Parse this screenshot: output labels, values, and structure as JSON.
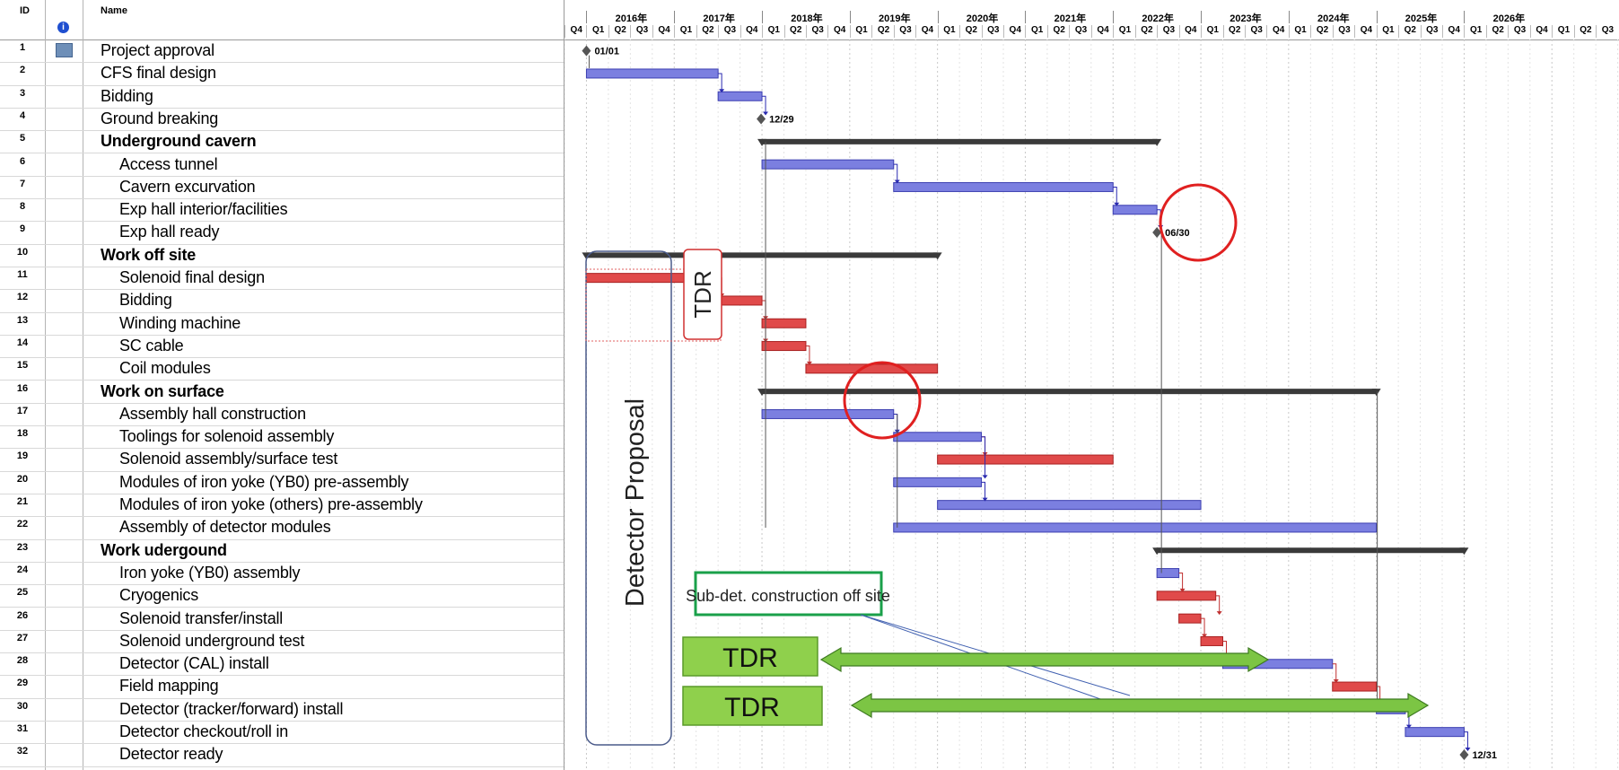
{
  "table": {
    "header": {
      "id": "ID",
      "info_icon": "info-icon",
      "name": "Name"
    },
    "rows": [
      {
        "id": "1",
        "name": "Project approval",
        "level": 0,
        "summary": false,
        "note": true
      },
      {
        "id": "2",
        "name": "CFS final design",
        "level": 0,
        "summary": false
      },
      {
        "id": "3",
        "name": "Bidding",
        "level": 0,
        "summary": false
      },
      {
        "id": "4",
        "name": "Ground breaking",
        "level": 0,
        "summary": false
      },
      {
        "id": "5",
        "name": "Underground cavern",
        "level": 0,
        "summary": true
      },
      {
        "id": "6",
        "name": "Access tunnel",
        "level": 1,
        "summary": false
      },
      {
        "id": "7",
        "name": "Cavern excurvation",
        "level": 1,
        "summary": false
      },
      {
        "id": "8",
        "name": "Exp hall interior/facilities",
        "level": 1,
        "summary": false
      },
      {
        "id": "9",
        "name": "Exp hall ready",
        "level": 1,
        "summary": false
      },
      {
        "id": "10",
        "name": "Work off site",
        "level": 0,
        "summary": true
      },
      {
        "id": "11",
        "name": "Solenoid final design",
        "level": 1,
        "summary": false
      },
      {
        "id": "12",
        "name": "Bidding",
        "level": 1,
        "summary": false
      },
      {
        "id": "13",
        "name": "Winding machine",
        "level": 1,
        "summary": false
      },
      {
        "id": "14",
        "name": "SC cable",
        "level": 1,
        "summary": false
      },
      {
        "id": "15",
        "name": "Coil modules",
        "level": 1,
        "summary": false
      },
      {
        "id": "16",
        "name": "Work on surface",
        "level": 0,
        "summary": true
      },
      {
        "id": "17",
        "name": "Assembly hall construction",
        "level": 1,
        "summary": false
      },
      {
        "id": "18",
        "name": "Toolings for solenoid assembly",
        "level": 1,
        "summary": false
      },
      {
        "id": "19",
        "name": "Solenoid assembly/surface test",
        "level": 1,
        "summary": false
      },
      {
        "id": "20",
        "name": "Modules of iron yoke (YB0) pre-assembly",
        "level": 1,
        "summary": false
      },
      {
        "id": "21",
        "name": "Modules of iron yoke (others) pre-assembly",
        "level": 1,
        "summary": false
      },
      {
        "id": "22",
        "name": "Assembly of detector modules",
        "level": 1,
        "summary": false
      },
      {
        "id": "23",
        "name": "Work udergound",
        "level": 0,
        "summary": true
      },
      {
        "id": "24",
        "name": "Iron yoke (YB0) assembly",
        "level": 1,
        "summary": false
      },
      {
        "id": "25",
        "name": "Cryogenics",
        "level": 1,
        "summary": false
      },
      {
        "id": "26",
        "name": "Solenoid transfer/install",
        "level": 1,
        "summary": false
      },
      {
        "id": "27",
        "name": "Solenoid underground test",
        "level": 1,
        "summary": false
      },
      {
        "id": "28",
        "name": "Detector (CAL) install",
        "level": 1,
        "summary": false
      },
      {
        "id": "29",
        "name": "Field mapping",
        "level": 1,
        "summary": false
      },
      {
        "id": "30",
        "name": "Detector (tracker/forward) install",
        "level": 1,
        "summary": false
      },
      {
        "id": "31",
        "name": "Detector checkout/roll in",
        "level": 1,
        "summary": false
      },
      {
        "id": "32",
        "name": "Detector ready",
        "level": 1,
        "summary": false
      }
    ]
  },
  "timeline": {
    "years": [
      "2016年",
      "2017年",
      "2018年",
      "2019年",
      "2020年",
      "2021年",
      "2022年",
      "2023年",
      "2024年",
      "2025年",
      "2026年"
    ],
    "quarters": [
      "Q4",
      "Q1",
      "Q2",
      "Q3",
      "Q4",
      "Q1",
      "Q2",
      "Q3",
      "Q4",
      "Q1",
      "Q2",
      "Q3",
      "Q4",
      "Q1",
      "Q2",
      "Q3",
      "Q4",
      "Q1",
      "Q2",
      "Q3",
      "Q4",
      "Q1",
      "Q2",
      "Q3",
      "Q4",
      "Q1",
      "Q2",
      "Q3",
      "Q4",
      "Q1",
      "Q2",
      "Q3",
      "Q4",
      "Q1",
      "Q2",
      "Q3",
      "Q4",
      "Q1",
      "Q2",
      "Q3",
      "Q4",
      "Q1",
      "Q2",
      "Q3",
      "Q4",
      "Q1",
      "Q2",
      "Q3"
    ],
    "start_year": 2015.75
  },
  "colors": {
    "blue_task": "#7b7fe0",
    "red_task": "#e04a4a",
    "summary": "#3a3a3a",
    "milestone": "#555555",
    "green_arrow": "#7cc544",
    "annotation_circle": "#e02020",
    "callout_border": "#1aa04a",
    "proposal_border": "#4a5a8a"
  },
  "tasks": [
    {
      "row": 1,
      "type": "milestone",
      "start": 2016.0,
      "label": "01/01"
    },
    {
      "row": 2,
      "type": "task",
      "color": "blue",
      "start": 2016.0,
      "end": 2017.5
    },
    {
      "row": 3,
      "type": "task",
      "color": "blue",
      "start": 2017.5,
      "end": 2018.0
    },
    {
      "row": 4,
      "type": "milestone",
      "start": 2017.99,
      "label": "12/29"
    },
    {
      "row": 5,
      "type": "summary",
      "start": 2018.0,
      "end": 2022.5
    },
    {
      "row": 6,
      "type": "task",
      "color": "blue",
      "start": 2018.0,
      "end": 2019.5
    },
    {
      "row": 7,
      "type": "task",
      "color": "blue",
      "start": 2019.5,
      "end": 2022.0
    },
    {
      "row": 8,
      "type": "task",
      "color": "blue",
      "start": 2022.0,
      "end": 2022.5
    },
    {
      "row": 9,
      "type": "milestone",
      "start": 2022.5,
      "label": "06/30"
    },
    {
      "row": 10,
      "type": "summary",
      "start": 2016.0,
      "end": 2020.0
    },
    {
      "row": 11,
      "type": "task",
      "color": "red",
      "start": 2016.0,
      "end": 2017.5
    },
    {
      "row": 12,
      "type": "task",
      "color": "red",
      "start": 2017.5,
      "end": 2018.0
    },
    {
      "row": 13,
      "type": "task",
      "color": "red",
      "start": 2018.0,
      "end": 2018.5
    },
    {
      "row": 14,
      "type": "task",
      "color": "red",
      "start": 2018.0,
      "end": 2018.5
    },
    {
      "row": 15,
      "type": "task",
      "color": "red",
      "start": 2018.5,
      "end": 2020.0
    },
    {
      "row": 16,
      "type": "summary",
      "start": 2018.0,
      "end": 2025.0
    },
    {
      "row": 17,
      "type": "task",
      "color": "blue",
      "start": 2018.0,
      "end": 2019.5
    },
    {
      "row": 18,
      "type": "task",
      "color": "blue",
      "start": 2019.5,
      "end": 2020.5
    },
    {
      "row": 19,
      "type": "task",
      "color": "red",
      "start": 2020.0,
      "end": 2022.0
    },
    {
      "row": 20,
      "type": "task",
      "color": "blue",
      "start": 2019.5,
      "end": 2020.5
    },
    {
      "row": 21,
      "type": "task",
      "color": "blue",
      "start": 2020.0,
      "end": 2023.0
    },
    {
      "row": 22,
      "type": "task",
      "color": "blue",
      "start": 2019.5,
      "end": 2025.0
    },
    {
      "row": 23,
      "type": "summary",
      "start": 2022.5,
      "end": 2026.0
    },
    {
      "row": 24,
      "type": "task",
      "color": "blue",
      "start": 2022.5,
      "end": 2022.75
    },
    {
      "row": 25,
      "type": "task",
      "color": "red",
      "start": 2022.5,
      "end": 2023.17
    },
    {
      "row": 26,
      "type": "task",
      "color": "red",
      "start": 2022.75,
      "end": 2023.0
    },
    {
      "row": 27,
      "type": "task",
      "color": "red",
      "start": 2023.0,
      "end": 2023.25
    },
    {
      "row": 28,
      "type": "task",
      "color": "blue",
      "start": 2023.25,
      "end": 2024.5
    },
    {
      "row": 29,
      "type": "task",
      "color": "red",
      "start": 2024.5,
      "end": 2025.0
    },
    {
      "row": 30,
      "type": "task",
      "color": "blue",
      "start": 2025.0,
      "end": 2025.33
    },
    {
      "row": 31,
      "type": "task",
      "color": "blue",
      "start": 2025.33,
      "end": 2026.0
    },
    {
      "row": 32,
      "type": "milestone",
      "start": 2026.0,
      "label": "12/31"
    }
  ],
  "annotations": {
    "tdr_vertical": "TDR",
    "detector_proposal": "Detector Proposal",
    "callout": "Sub-det. construction off site",
    "tdr_box_1": "TDR",
    "tdr_box_2": "TDR"
  }
}
